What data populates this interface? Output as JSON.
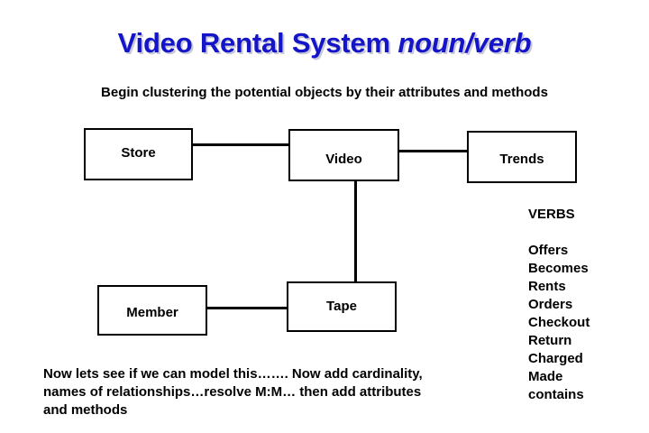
{
  "slide": {
    "title": {
      "main": "Video Rental System ",
      "emphasis": "noun/verb"
    },
    "subtitle": "Begin clustering the potential objects by their attributes and methods",
    "diagram": {
      "nodes": [
        {
          "id": "store",
          "label": "Store"
        },
        {
          "id": "video",
          "label": "Video"
        },
        {
          "id": "trends",
          "label": "Trends"
        },
        {
          "id": "member",
          "label": "Member"
        },
        {
          "id": "tape",
          "label": "Tape"
        }
      ],
      "edges": [
        {
          "from": "store",
          "to": "video",
          "orientation": "horizontal"
        },
        {
          "from": "video",
          "to": "trends",
          "orientation": "horizontal"
        },
        {
          "from": "video",
          "to": "tape",
          "orientation": "vertical"
        },
        {
          "from": "member",
          "to": "tape",
          "orientation": "horizontal"
        }
      ]
    },
    "verbs": {
      "heading": "VERBS",
      "items": [
        "Offers",
        "Becomes",
        "Rents",
        "Orders",
        "Checkout",
        "Return",
        "Charged",
        "Made",
        "contains"
      ]
    },
    "footer_note": {
      "line1": "Now lets see if we can model this……. Now add cardinality,",
      "line2": "names of relationships…resolve M:M… then add attributes",
      "line3": "and methods"
    },
    "colors": {
      "title_blue": "#1414c8",
      "title_shadow": "#c9c9d8",
      "text_black": "#000000",
      "background": "#ffffff",
      "box_border": "#000000"
    }
  }
}
